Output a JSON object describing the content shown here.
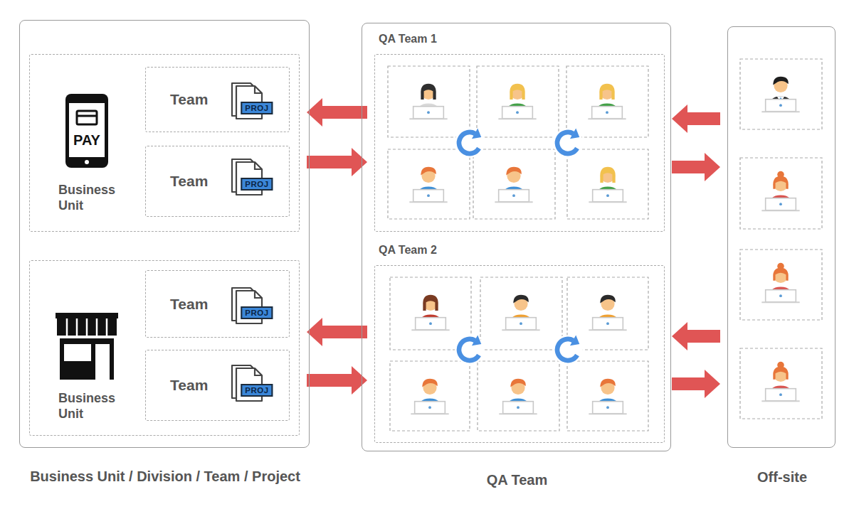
{
  "diagram": {
    "nodes": [
      {
        "text": [
          "Business Unit / Division / Team / Project"
        ]
      },
      {
        "text": [
          "Business Unit"
        ],
        "in": 0
      },
      {
        "text": [
          "Team"
        ],
        "in": 1
      },
      {
        "text": [
          "Team"
        ],
        "in": 1
      },
      {
        "text": [
          "Business Unit"
        ],
        "in": 0
      },
      {
        "text": [
          "Team"
        ],
        "in": 4
      },
      {
        "text": [
          "Team"
        ],
        "in": 4
      },
      {
        "text": [
          "QA Team"
        ]
      },
      {
        "text": [
          "QA Team 1"
        ],
        "in": 7
      },
      {
        "text": [
          "QA Team 2"
        ],
        "in": 7
      },
      {
        "text": [
          "Off-site"
        ]
      }
    ],
    "edges": [
      {
        "from": 8,
        "to": 1,
        "arrow": "to"
      },
      {
        "from": 1,
        "to": 8,
        "arrow": "to"
      },
      {
        "from": 9,
        "to": 4,
        "arrow": "to"
      },
      {
        "from": 4,
        "to": 9,
        "arrow": "to"
      },
      {
        "from": 10,
        "to": 8,
        "arrow": "to"
      },
      {
        "from": 8,
        "to": 10,
        "arrow": "to"
      },
      {
        "from": 10,
        "to": 9,
        "arrow": "to"
      },
      {
        "from": 9,
        "to": 10,
        "arrow": "to"
      }
    ],
    "labels": [
      "PAY",
      "PROJ",
      "PROJ",
      "PROJ",
      "PROJ"
    ]
  }
}
